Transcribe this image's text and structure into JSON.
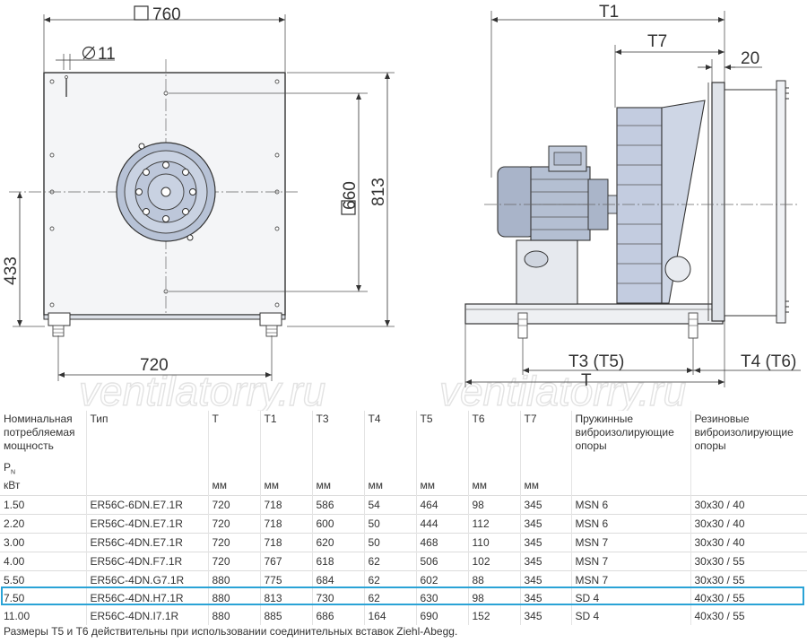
{
  "watermark": "ventilatorry.ru",
  "front_view": {
    "width_label": "760",
    "hole_label": "11",
    "side_label": "813",
    "inner_label": "660",
    "axis_label": "433",
    "base_label": "720"
  },
  "side_view": {
    "t1_label": "T1",
    "t7_label": "T7",
    "dim20_label": "20",
    "t3t5_label": "T3 (T5)",
    "t4t6_label": "T4 (T6)",
    "t_label": "T"
  },
  "table": {
    "headers": [
      {
        "label": "Номинальная потребляемая мощность",
        "symbol": "P",
        "sub": "N",
        "unit": "кВт"
      },
      {
        "label": "Тип",
        "unit": ""
      },
      {
        "label": "T",
        "unit": "мм"
      },
      {
        "label": "T1",
        "unit": "мм"
      },
      {
        "label": "T3",
        "unit": "мм"
      },
      {
        "label": "T4",
        "unit": "мм"
      },
      {
        "label": "T5",
        "unit": "мм"
      },
      {
        "label": "T6",
        "unit": "мм"
      },
      {
        "label": "T7",
        "unit": "мм"
      },
      {
        "label": "Пружинные виброизолирующие опоры",
        "unit": ""
      },
      {
        "label": "Резиновые виброизолирующие опоры",
        "unit": ""
      }
    ],
    "rows": [
      [
        "1.50",
        "ER56C-6DN.E7.1R",
        "720",
        "718",
        "586",
        "54",
        "464",
        "98",
        "345",
        "MSN 6",
        "30x30 / 40"
      ],
      [
        "2.20",
        "ER56C-4DN.E7.1R",
        "720",
        "718",
        "600",
        "50",
        "444",
        "112",
        "345",
        "MSN 6",
        "30x30 / 40"
      ],
      [
        "3.00",
        "ER56C-4DN.E7.1R",
        "720",
        "718",
        "620",
        "50",
        "468",
        "110",
        "345",
        "MSN 7",
        "30x30 / 40"
      ],
      [
        "4.00",
        "ER56C-4DN.F7.1R",
        "720",
        "767",
        "618",
        "62",
        "506",
        "102",
        "345",
        "MSN 7",
        "30x30 / 55"
      ],
      [
        "5.50",
        "ER56C-4DN.G7.1R",
        "880",
        "775",
        "684",
        "62",
        "602",
        "88",
        "345",
        "MSN 7",
        "30x30 / 55"
      ],
      [
        "7.50",
        "ER56C-4DN.H7.1R",
        "880",
        "813",
        "730",
        "62",
        "630",
        "98",
        "345",
        "SD 4",
        "40x30 / 55"
      ],
      [
        "11.00",
        "ER56C-4DN.I7.1R",
        "880",
        "885",
        "686",
        "164",
        "690",
        "152",
        "345",
        "SD 4",
        "40x30 / 55"
      ]
    ],
    "highlight_row": 5
  },
  "footnote": "Размеры T5 и T6 действительны при использовании соединительных вставок Ziehl-Abegg."
}
